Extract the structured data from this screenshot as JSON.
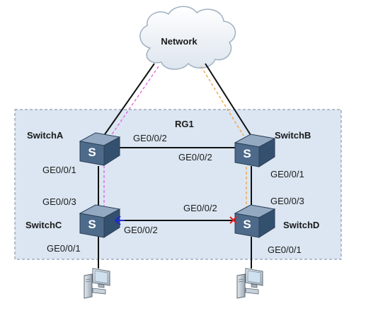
{
  "network": {
    "label": "Network"
  },
  "group": {
    "label": "RG1"
  },
  "switches": {
    "a": {
      "name": "SwitchA",
      "letter": "S"
    },
    "b": {
      "name": "SwitchB",
      "letter": "S"
    },
    "c": {
      "name": "SwitchC",
      "letter": "S"
    },
    "d": {
      "name": "SwitchD",
      "letter": "S"
    }
  },
  "ports": {
    "a_to_b": "GE0/0/2",
    "b_to_a": "GE0/0/2",
    "a_to_c": "GE0/0/1",
    "c_to_a": "GE0/0/3",
    "b_to_d": "GE0/0/1",
    "d_to_b": "GE0/0/3",
    "d_to_c": "GE0/0/2",
    "c_to_d": "GE0/0/2",
    "c_to_pc": "GE0/0/1",
    "d_to_pc": "GE0/0/1"
  },
  "colors": {
    "group_fill": "#dbe6f2",
    "group_border": "#7a8a9c",
    "link": "#111111",
    "path_magenta": "#e060e0",
    "path_orange": "#f0a040",
    "port_blocked_x": "#e02020",
    "port_arrow_blue": "#1a2ad0",
    "switch_front": "#4d6a8a",
    "switch_top": "#93a9c2",
    "switch_side": "#34506f"
  }
}
